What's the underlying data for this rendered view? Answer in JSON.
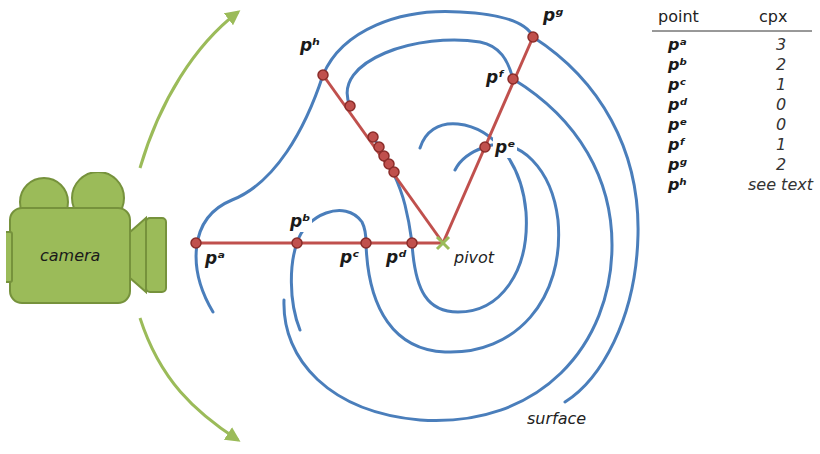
{
  "diagram": {
    "nodes": [
      {
        "text": [
          "camera"
        ]
      }
    ],
    "labels": [
      "pᵃ",
      "pᵇ",
      "pᶜ",
      "pᵈ",
      "pᵉ",
      "pᶠ",
      "pᵍ",
      "pʰ",
      "pivot",
      "surface",
      "point",
      "cpx",
      "pᵃ",
      "3",
      "pᵇ",
      "2",
      "pᶜ",
      "1",
      "pᵈ",
      "0",
      "pᵉ",
      "0",
      "pᶠ",
      "1",
      "pᵍ",
      "2",
      "pʰ",
      "see text"
    ]
  }
}
